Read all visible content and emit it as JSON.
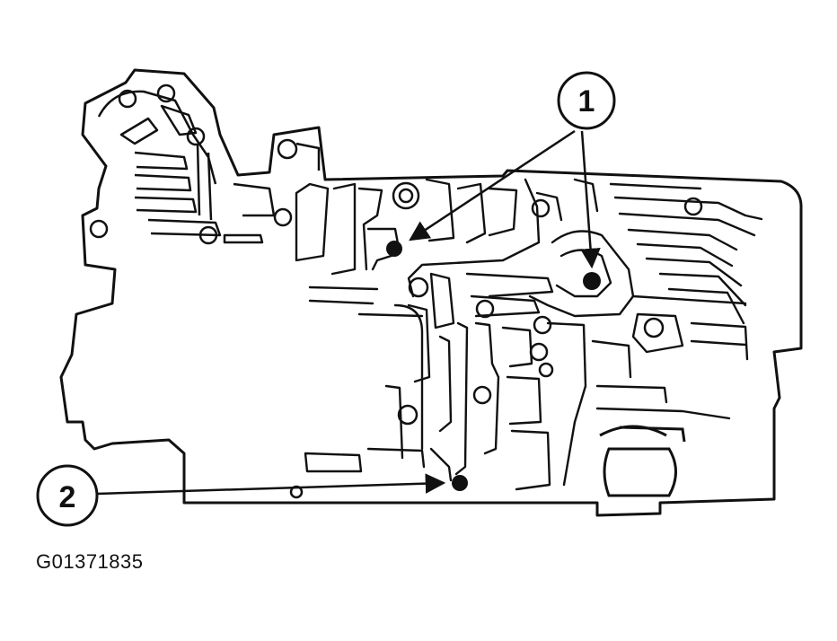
{
  "diagram": {
    "callouts": [
      {
        "label": "1"
      },
      {
        "label": "2"
      }
    ],
    "figure_id": "G01371835",
    "colors": {
      "ink": "#111111",
      "paper": "#ffffff"
    }
  }
}
